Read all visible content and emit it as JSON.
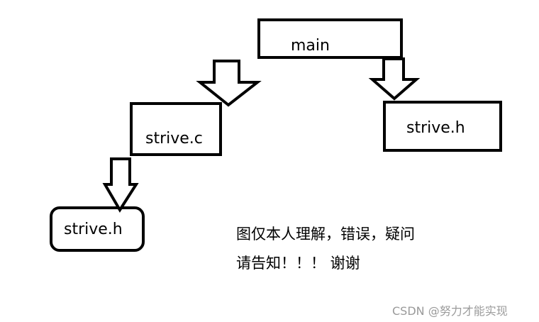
{
  "nodes": {
    "main": "main",
    "strive_c": "strive.c",
    "strive_h_right": "strive.h",
    "strive_h_left": "strive.h"
  },
  "note": {
    "line1": "图仅本人理解，错误，疑问",
    "line2": "请告知！！！ 谢谢"
  },
  "watermark": "CSDN @努力才能实现"
}
